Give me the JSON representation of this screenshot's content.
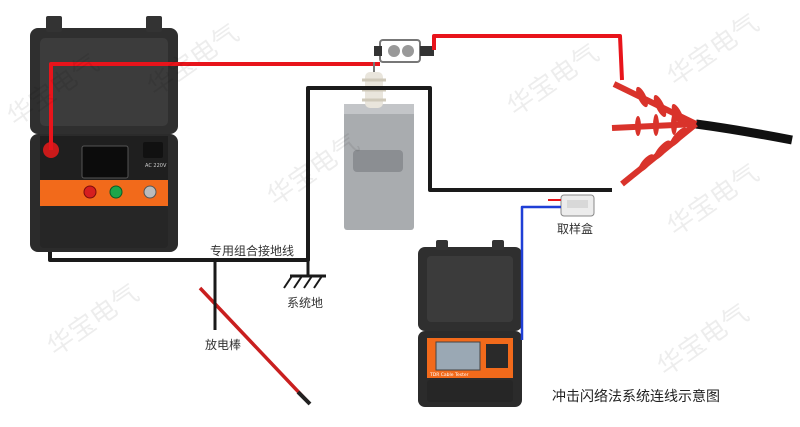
{
  "labels": {
    "ground_cable": "专用组合接地线",
    "system_ground": "系统地",
    "discharge_rod": "放电棒",
    "sampling_box": "取样盒",
    "caption": "冲击闪络法系统连线示意图"
  },
  "devices": {
    "tester_panel_text": "TDR Cable Tester",
    "generator_socket_label": "AC 220V"
  },
  "watermark": "华宝电气",
  "colors": {
    "hv_wire": "#e8141b",
    "ground_wire": "#1a1a1a",
    "signal_wire": "#1f3fd6",
    "panel_orange": "#f26a1b",
    "case_black": "#2b2b2b",
    "cable_red": "#d9332b"
  }
}
